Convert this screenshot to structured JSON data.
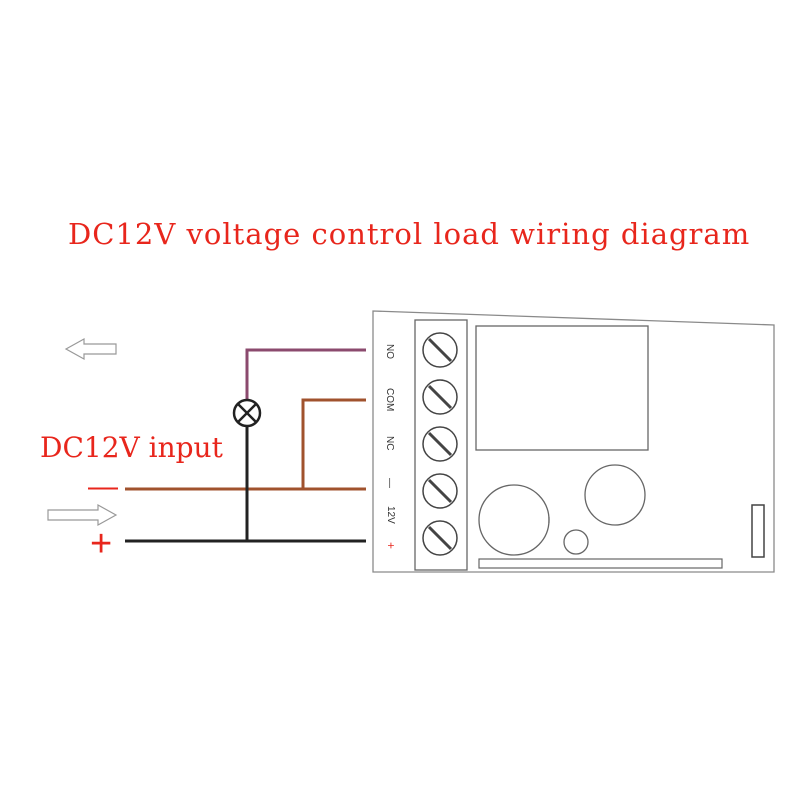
{
  "diagram": {
    "title": "DC12V voltage control load wiring diagram",
    "input_label": "DC12V input",
    "minus_sign": "—",
    "plus_sign": "+"
  },
  "module": {
    "terminals": [
      {
        "label": "NO"
      },
      {
        "label": "COM"
      },
      {
        "label": "NC"
      },
      {
        "label": "—"
      },
      {
        "label": "12V"
      },
      {
        "label": "+"
      }
    ]
  },
  "colors": {
    "title": "#e8261c",
    "wire_no": "#8b4a6e",
    "wire_com": "#a0522d",
    "wire_negative": "#a0522d",
    "wire_positive": "#222222"
  },
  "icons": [
    "arrow-left-icon",
    "arrow-right-icon",
    "lamp-icon",
    "screw-terminal-icon"
  ]
}
